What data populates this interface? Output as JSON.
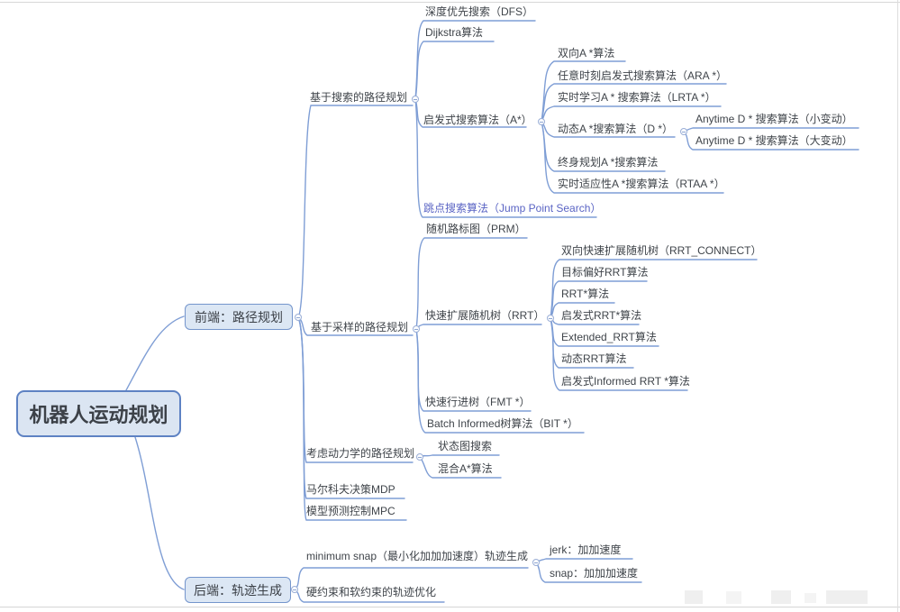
{
  "palette": {
    "connector_line": "#7f9ed5",
    "box_border": "#6487c6",
    "box_fill": "#dce7f4",
    "root_fill": "#dbe5f2",
    "text": "#3f444a",
    "link_text": "#5a64c4"
  },
  "icons": {
    "collapse": "circle-minus"
  },
  "tree": {
    "label": "机器人运动规划",
    "children": [
      {
        "label": "前端：路径规划",
        "children": [
          {
            "label": "基于搜索的路径规划",
            "children": [
              {
                "label": "深度优先搜索（DFS）"
              },
              {
                "label": "Dijkstra算法"
              },
              {
                "label": "启发式搜索算法（A*）",
                "children": [
                  {
                    "label": "双向A *算法"
                  },
                  {
                    "label": "任意时刻启发式搜索算法（ARA *）"
                  },
                  {
                    "label": "实时学习A * 搜索算法（LRTA *）"
                  },
                  {
                    "label": "动态A *搜索算法（D *）",
                    "children": [
                      {
                        "label": "Anytime  D * 搜索算法（小变动）"
                      },
                      {
                        "label": "Anytime  D * 搜索算法（大变动）"
                      }
                    ]
                  },
                  {
                    "label": "终身规划A *搜索算法"
                  },
                  {
                    "label": "实时适应性A *搜索算法（RTAA *）"
                  }
                ]
              },
              {
                "label": "跳点搜索算法（Jump Point Search）"
              }
            ]
          },
          {
            "label": "基于采样的路径规划",
            "children": [
              {
                "label": "随机路标图（PRM）"
              },
              {
                "label": "快速扩展随机树（RRT）",
                "children": [
                  {
                    "label": "双向快速扩展随机树（RRT_CONNECT）"
                  },
                  {
                    "label": "目标偏好RRT算法"
                  },
                  {
                    "label": "RRT*算法"
                  },
                  {
                    "label": "启发式RRT*算法"
                  },
                  {
                    "label": "Extended_RRT算法"
                  },
                  {
                    "label": "动态RRT算法"
                  },
                  {
                    "label": "启发式Informed RRT *算法"
                  }
                ]
              },
              {
                "label": "快速行进树（FMT *）"
              },
              {
                "label": "Batch Informed树算法（BIT *）"
              }
            ]
          },
          {
            "label": "考虑动力学的路径规划",
            "children": [
              {
                "label": "状态图搜索"
              },
              {
                "label": "混合A*算法"
              }
            ]
          },
          {
            "label": "马尔科夫决策MDP"
          },
          {
            "label": "模型预测控制MPC"
          }
        ]
      },
      {
        "label": "后端：轨迹生成",
        "children": [
          {
            "label": "minimum snap（最小化加加加速度）轨迹生成",
            "children": [
              {
                "label": "jerk：加加速度"
              },
              {
                "label": "snap：加加加速度"
              }
            ]
          },
          {
            "label": "硬约束和软约束的轨迹优化"
          }
        ]
      }
    ]
  }
}
